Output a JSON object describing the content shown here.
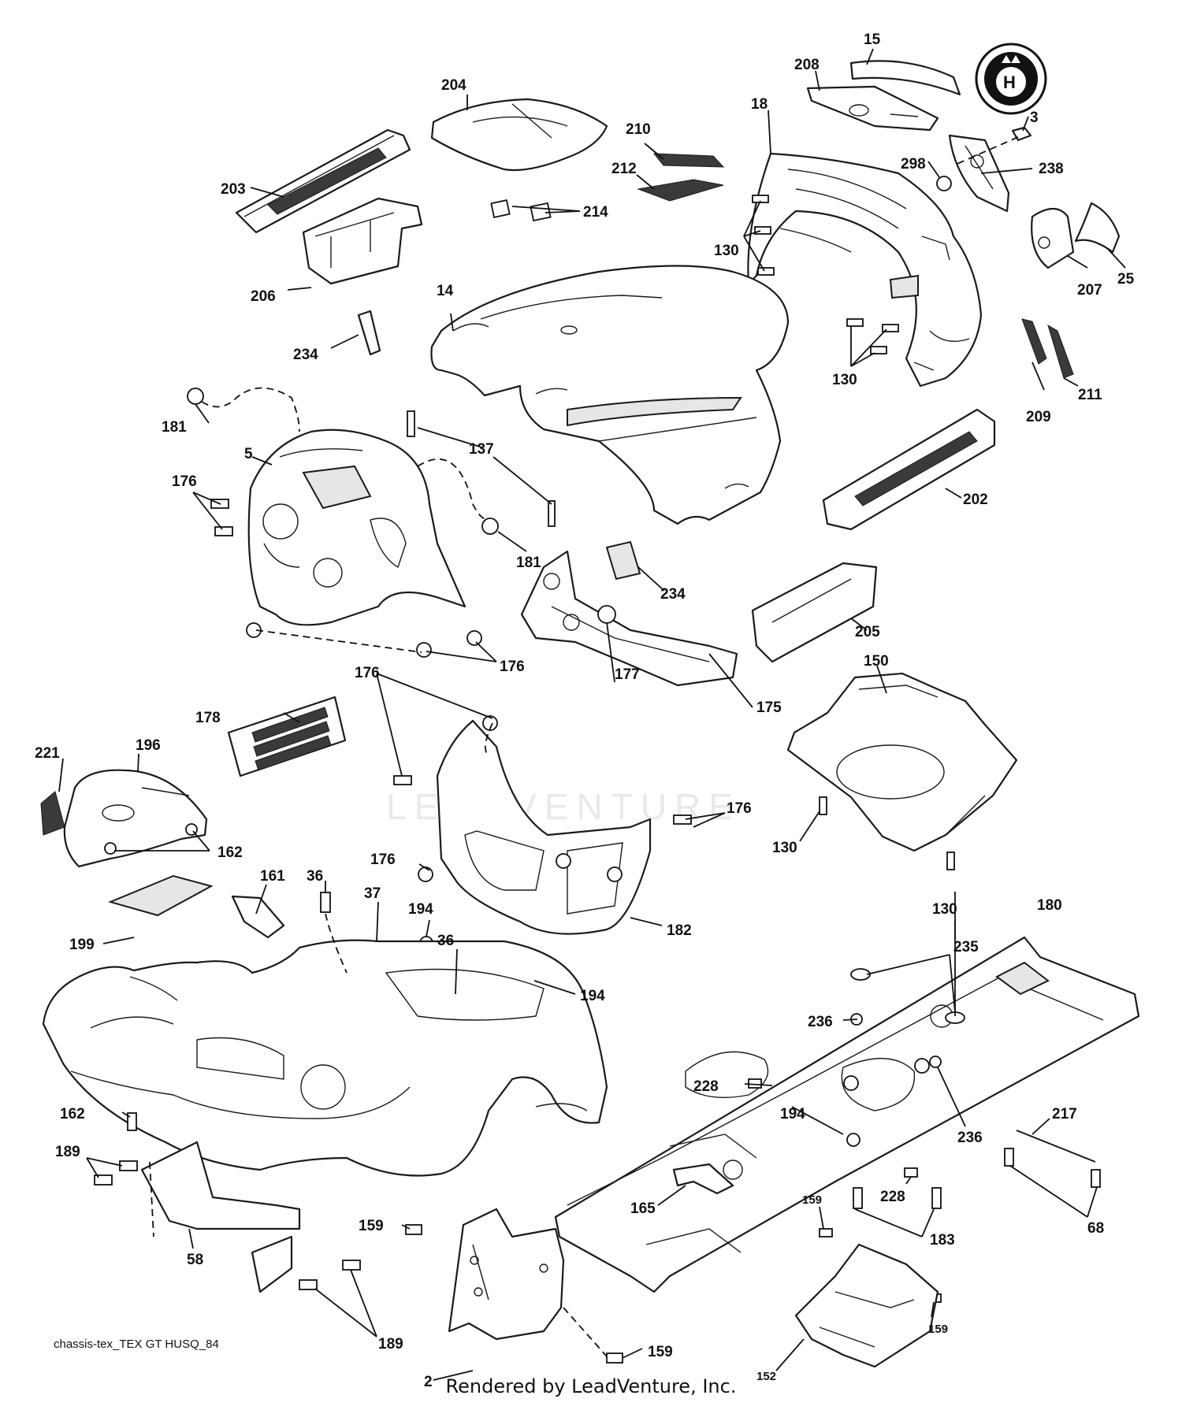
{
  "footer": {
    "diagram_code": "chassis-tex_TEX GT HUSQ_84",
    "credit": "Rendered by LeadVenture, Inc."
  },
  "watermark": "LEADVENTURE",
  "callouts": [
    {
      "id": "c15",
      "label": "15"
    },
    {
      "id": "c208",
      "label": "208"
    },
    {
      "id": "c204",
      "label": "204"
    },
    {
      "id": "c18",
      "label": "18"
    },
    {
      "id": "c3",
      "label": "3"
    },
    {
      "id": "c210",
      "label": "210"
    },
    {
      "id": "c298",
      "label": "298"
    },
    {
      "id": "c238",
      "label": "238"
    },
    {
      "id": "c203",
      "label": "203"
    },
    {
      "id": "c212",
      "label": "212"
    },
    {
      "id": "c214",
      "label": "214"
    },
    {
      "id": "c130a",
      "label": "130"
    },
    {
      "id": "c207",
      "label": "207"
    },
    {
      "id": "c25",
      "label": "25"
    },
    {
      "id": "c206",
      "label": "206"
    },
    {
      "id": "c14",
      "label": "14"
    },
    {
      "id": "c234a",
      "label": "234"
    },
    {
      "id": "c130b",
      "label": "130"
    },
    {
      "id": "c209",
      "label": "209"
    },
    {
      "id": "c211",
      "label": "211"
    },
    {
      "id": "c181a",
      "label": "181"
    },
    {
      "id": "c137",
      "label": "137"
    },
    {
      "id": "c5",
      "label": "5"
    },
    {
      "id": "c176a",
      "label": "176"
    },
    {
      "id": "c202",
      "label": "202"
    },
    {
      "id": "c181b",
      "label": "181"
    },
    {
      "id": "c234b",
      "label": "234"
    },
    {
      "id": "c205",
      "label": "205"
    },
    {
      "id": "c176b",
      "label": "176"
    },
    {
      "id": "c176c",
      "label": "176"
    },
    {
      "id": "c150",
      "label": "150"
    },
    {
      "id": "c177",
      "label": "177"
    },
    {
      "id": "c175",
      "label": "175"
    },
    {
      "id": "c178",
      "label": "178"
    },
    {
      "id": "c221",
      "label": "221"
    },
    {
      "id": "c196",
      "label": "196"
    },
    {
      "id": "c176d",
      "label": "176"
    },
    {
      "id": "c130c",
      "label": "130"
    },
    {
      "id": "c162a",
      "label": "162"
    },
    {
      "id": "c176e",
      "label": "176"
    },
    {
      "id": "c161",
      "label": "161"
    },
    {
      "id": "c36a",
      "label": "36"
    },
    {
      "id": "c37",
      "label": "37"
    },
    {
      "id": "c194a",
      "label": "194"
    },
    {
      "id": "c130d",
      "label": "130"
    },
    {
      "id": "c180",
      "label": "180"
    },
    {
      "id": "c36b",
      "label": "36"
    },
    {
      "id": "c182",
      "label": "182"
    },
    {
      "id": "c199",
      "label": "199"
    },
    {
      "id": "c235",
      "label": "235"
    },
    {
      "id": "c194b",
      "label": "194"
    },
    {
      "id": "c236a",
      "label": "236"
    },
    {
      "id": "c228a",
      "label": "228"
    },
    {
      "id": "c162b",
      "label": "162"
    },
    {
      "id": "c194c",
      "label": "194"
    },
    {
      "id": "c236b",
      "label": "236"
    },
    {
      "id": "c217",
      "label": "217"
    },
    {
      "id": "c189a",
      "label": "189"
    },
    {
      "id": "c228b",
      "label": "228"
    },
    {
      "id": "c165",
      "label": "165"
    },
    {
      "id": "c183",
      "label": "183"
    },
    {
      "id": "c58",
      "label": "58"
    },
    {
      "id": "c159a",
      "label": "159"
    },
    {
      "id": "c68",
      "label": "68"
    },
    {
      "id": "c159b",
      "label": "159"
    },
    {
      "id": "c189b",
      "label": "189"
    },
    {
      "id": "c159c",
      "label": "159"
    },
    {
      "id": "c159d",
      "label": "159"
    },
    {
      "id": "c152",
      "label": "152"
    },
    {
      "id": "c2",
      "label": "2"
    }
  ],
  "colors": {
    "line": "#1a1a1a",
    "grille": "#3a3a3a",
    "watermark": "#e9e9e9"
  },
  "icons": {
    "emblem": "husqvarna-crown-h-emblem"
  }
}
